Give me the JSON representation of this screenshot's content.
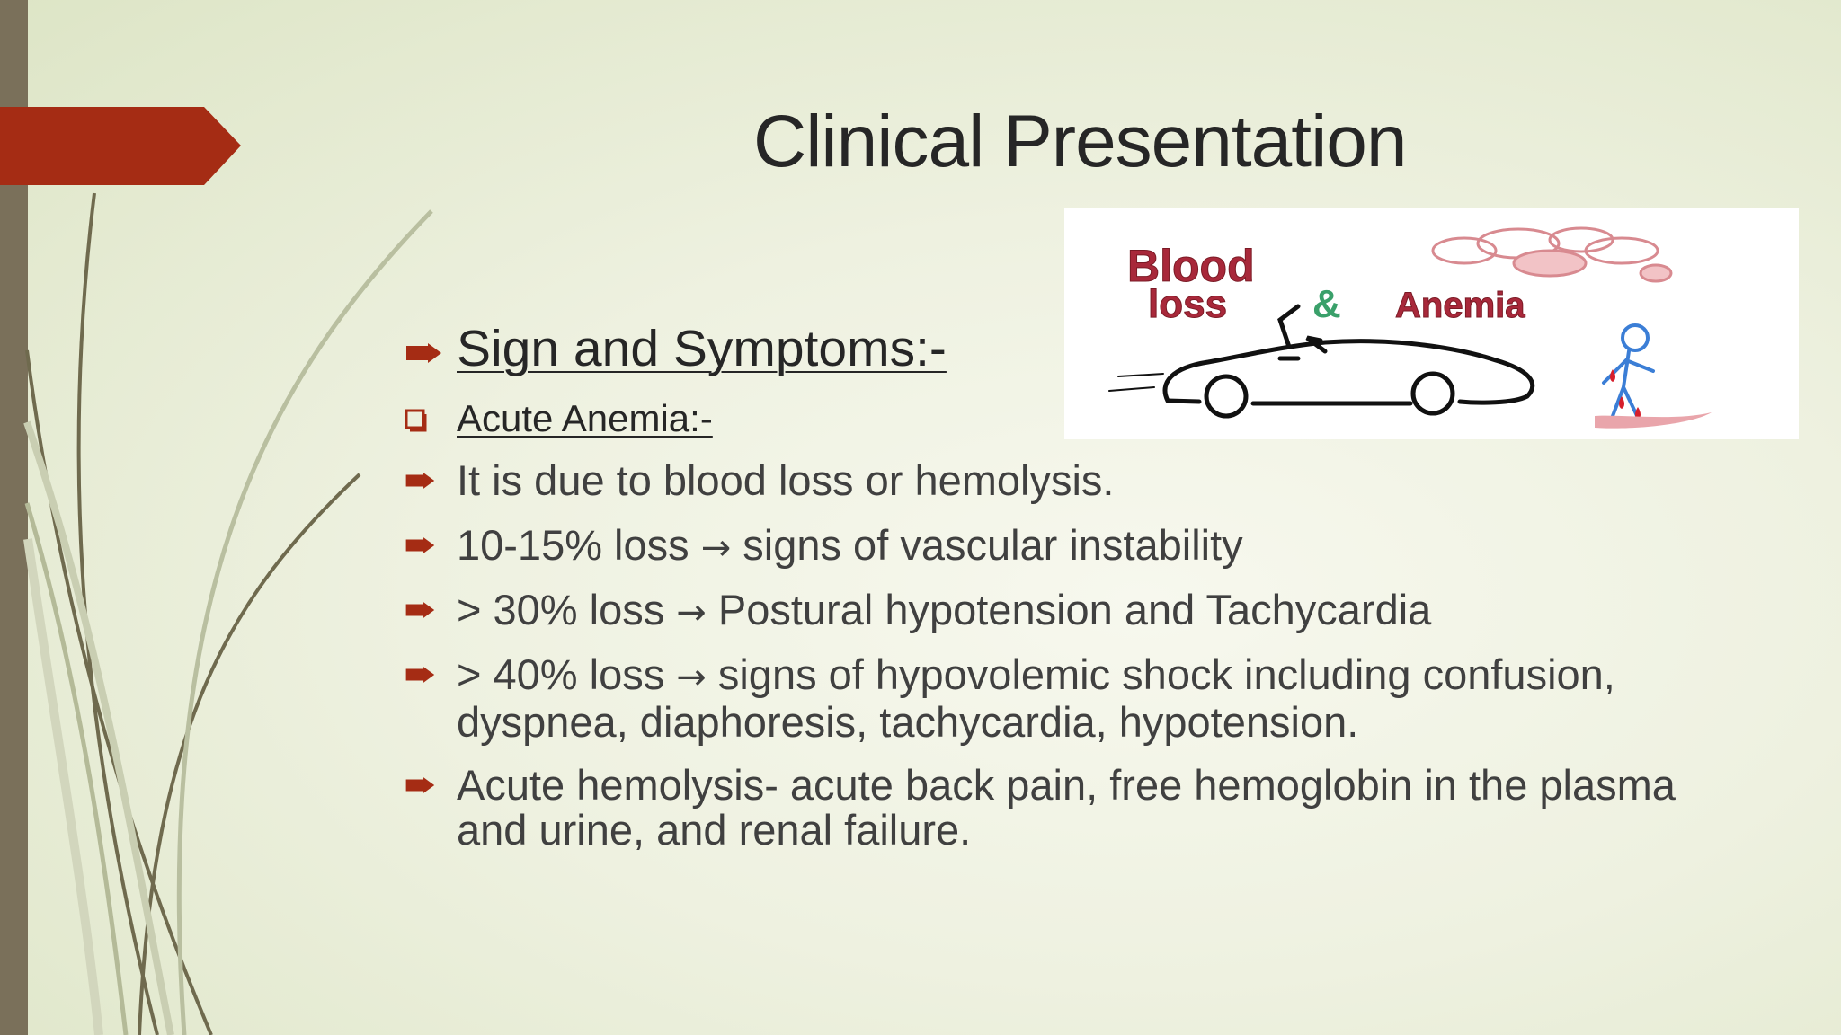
{
  "slide": {
    "title": "Clinical Presentation",
    "accent_color": "#a52c14",
    "background_color": "#eef1e0",
    "left_bar_color": "#7a705a",
    "decoration": "grass-stems"
  },
  "picture": {
    "text_blood": "Blood",
    "text_loss": "loss",
    "text_amp": "&",
    "text_anemia": "Anemia",
    "text_color": "#a8283a",
    "depicts": "car-and-bleeding-stick-figure"
  },
  "content": {
    "heading": "Sign and Symptoms:-",
    "subheading": "Acute Anemia:-",
    "bullet_icon": "arrow-bullet-icon",
    "subheading_icon": "checkbox-bullet-icon",
    "arrow_symbol": "→",
    "bullets": [
      {
        "lines": [
          "It is due to blood loss or hemolysis."
        ]
      },
      {
        "lead": "10-15% loss",
        "rest": "signs of vascular instability"
      },
      {
        "lead": "> 30% loss",
        "rest": "Postural hypotension and Tachycardia"
      },
      {
        "lead": "> 40% loss",
        "rest": "signs of hypovolemic shock including confusion,",
        "line2": "dyspnea, diaphoresis, tachycardia, hypotension."
      },
      {
        "lines": [
          "Acute hemolysis- acute back pain, free hemoglobin in the plasma",
          "and urine, and renal failure."
        ]
      }
    ]
  }
}
